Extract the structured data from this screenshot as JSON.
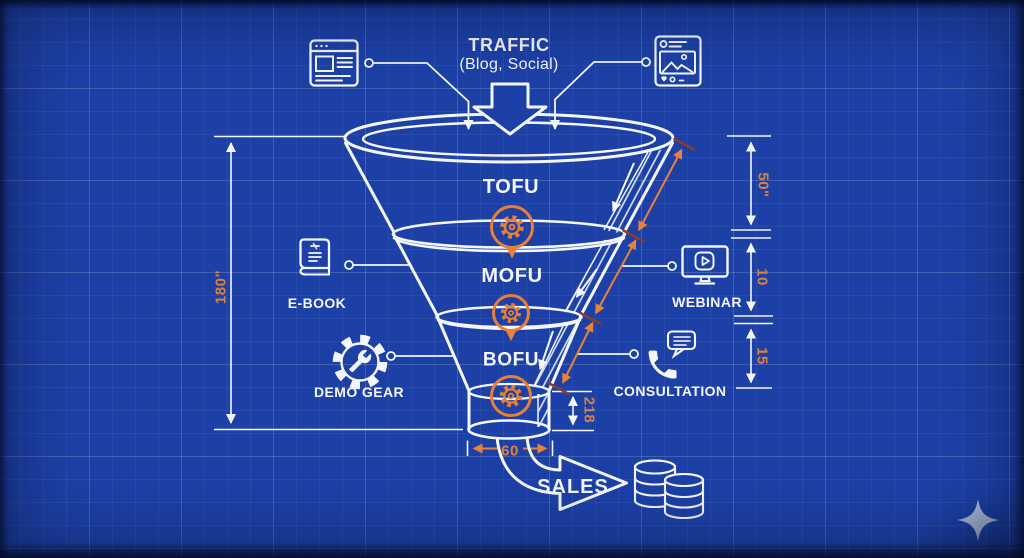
{
  "colors": {
    "background": "#1c40a6",
    "grid_line": "#3c5fc1",
    "line_white": "#f3f6fb",
    "accent_orange": "#e8823a",
    "dim_label_orange": "#d9823f",
    "tick_dark_red": "#8e3b28",
    "logo_silver": "#b3c3de"
  },
  "traffic": {
    "title": "TRAFFIC",
    "subtitle": "(Blog, Social)"
  },
  "funnel": {
    "tofu": "TOFU",
    "mofu": "MOFU",
    "bofu": "BOFU"
  },
  "sales": {
    "label": "SALES"
  },
  "tactics": {
    "ebook": "E-BOOK",
    "webinar": "WEBINAR",
    "demo_gear": "DEMO GEAR",
    "consultation": "CONSULTATION"
  },
  "dimensions": {
    "total_height": "180\"",
    "tofu_depth": "50\"",
    "mofu_depth": "10",
    "bofu_depth": "15",
    "slant_length": "218",
    "neck_width": "60"
  },
  "icons": {
    "top_left": "blog-post-icon",
    "top_right": "social-post-icon",
    "left_mid": "ebook-icon",
    "right_mid": "webinar-icon",
    "left_low": "demo-gear-icon",
    "right_low": "consultation-icon",
    "bottom": "coins-icon",
    "watermark": "sparkle-logo"
  }
}
